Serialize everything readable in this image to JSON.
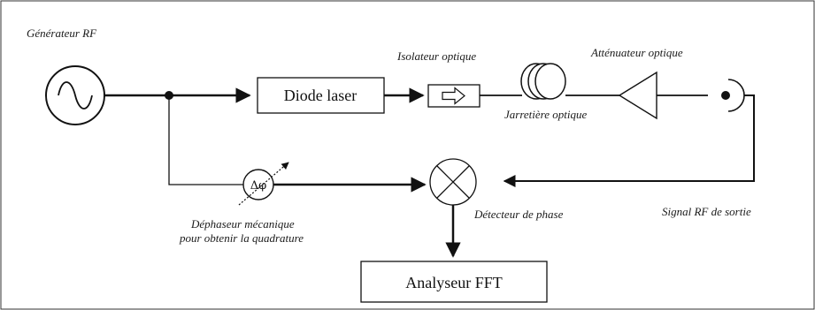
{
  "labels": {
    "generator": "Générateur RF",
    "isolator": "Isolateur optique",
    "attenuator": "Atténuateur optique",
    "patch_cord": "Jarretière optique",
    "output_signal": "Signal RF de sortie",
    "phase_shifter_line1": "Déphaseur mécanique",
    "phase_shifter_line2": "pour obtenir la quadrature",
    "phase_detector": "Détecteur de phase"
  },
  "boxes": {
    "laser": "Diode laser",
    "fft": "Analyseur FFT"
  },
  "symbols": {
    "phase_shift": "Δφ"
  },
  "icons": {
    "isolator_arrow": "arrow-right-outline-icon"
  }
}
